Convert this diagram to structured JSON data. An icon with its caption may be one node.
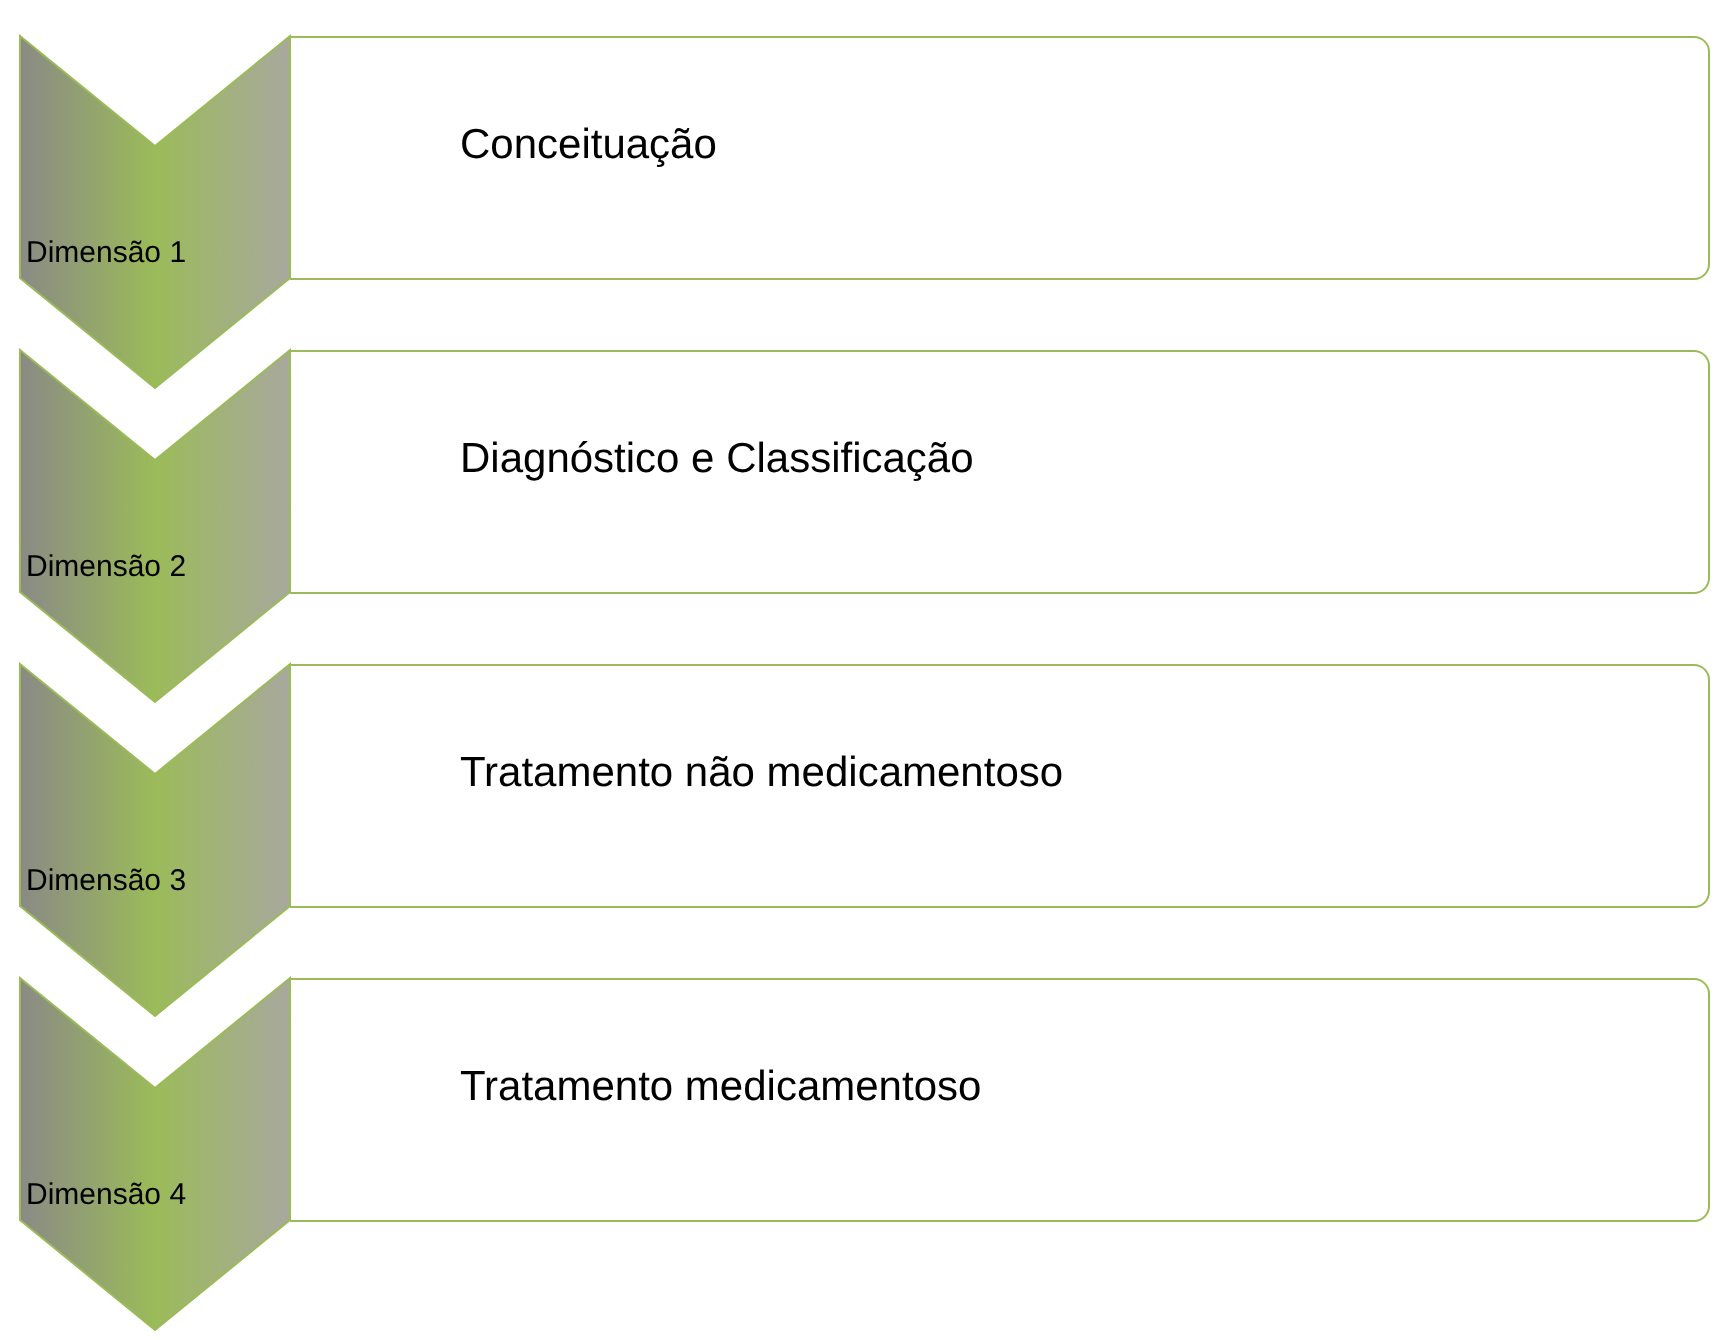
{
  "diagram": {
    "nodes": [
      {
        "text": [
          "Dimensão 1"
        ]
      },
      {
        "text": [
          "Conceituação"
        ]
      },
      {
        "text": [
          "Dimensão 2"
        ]
      },
      {
        "text": [
          "Diagnóstico e Classificação"
        ]
      },
      {
        "text": [
          "Dimensão 3"
        ]
      },
      {
        "text": [
          "Tratamento não medicamentoso"
        ]
      },
      {
        "text": [
          "Dimensão 4"
        ]
      },
      {
        "text": [
          "Tratamento medicamentoso"
        ]
      }
    ]
  }
}
